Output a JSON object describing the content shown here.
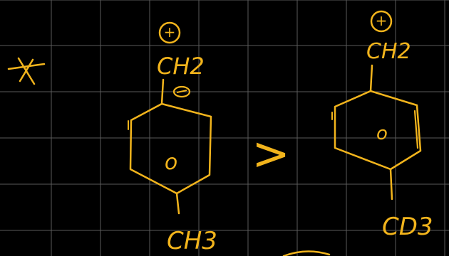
{
  "colors": {
    "background": "#000000",
    "grid": "#5a5a5a",
    "ink": "#f2b41c"
  },
  "left_molecule": {
    "charge": "+",
    "group_top": "CH2",
    "group_bottom": "CH3",
    "ring_center": "o"
  },
  "right_molecule": {
    "charge": "+",
    "group_top": "CH2",
    "group_bottom": "CD3",
    "ring_center": "o"
  },
  "comparison_symbol": ">"
}
